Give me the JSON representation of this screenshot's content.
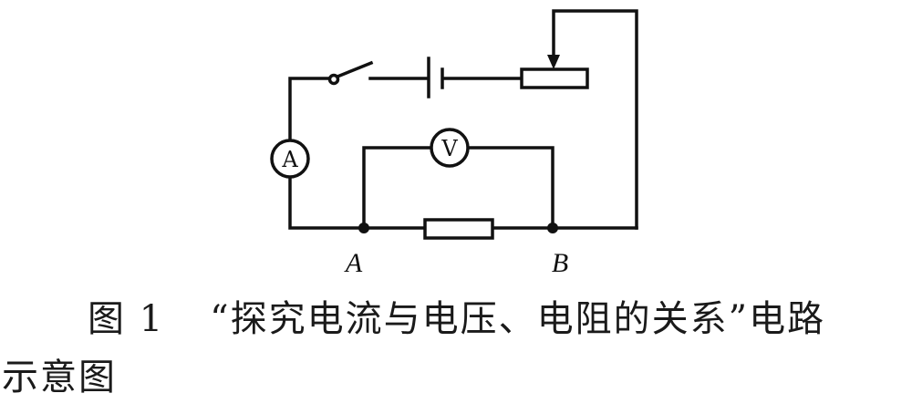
{
  "diagram": {
    "ammeter_label": "A",
    "voltmeter_label": "V",
    "point_a_label": "A",
    "point_b_label": "B"
  },
  "caption": {
    "figure_label": "图 1",
    "title_line1": "“探究电流与电压、电阻的关系”电路",
    "title_line2": "示意图"
  }
}
